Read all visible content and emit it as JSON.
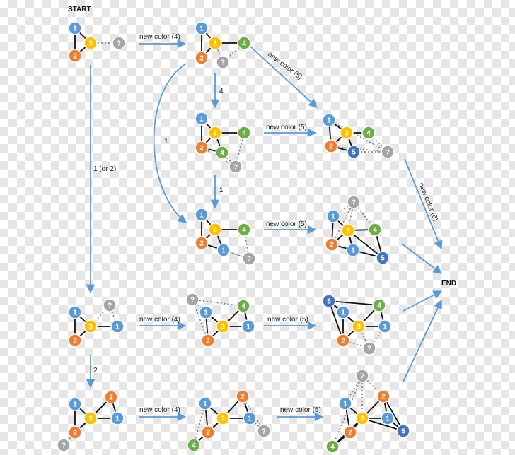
{
  "labels": {
    "start": "START",
    "end": "END",
    "new_color_4": "new color (4)",
    "new_color_5": "new color (5)",
    "new_color_6": "new color (6)",
    "step_4": "4",
    "step_1": "1",
    "step_1_or_2": "1 (or 2)",
    "step_2": "2"
  },
  "node_labels": {
    "one": "1",
    "two": "2",
    "three": "3",
    "four": "4",
    "five": "5",
    "unknown": "?"
  },
  "colors": {
    "blue": "#5b9bd5",
    "orange": "#ed7d31",
    "yellow": "#ffc000",
    "green": "#70ad47",
    "gray": "#a5a5a5",
    "navy": "#4472c4",
    "arrow": "#5b9bd5",
    "edge": "#111111",
    "dotted_edge": "#777777"
  }
}
